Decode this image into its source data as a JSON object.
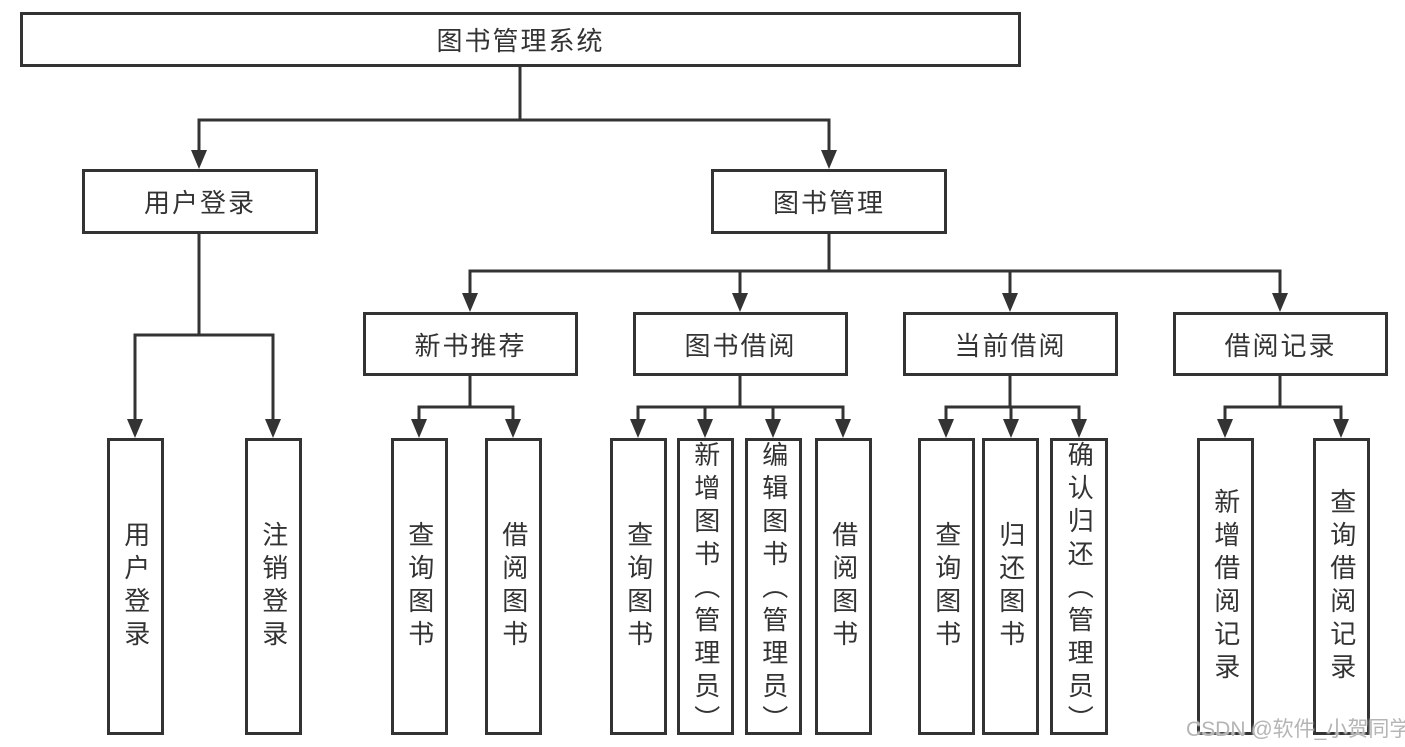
{
  "diagram": {
    "root": {
      "label": "图书管理系统"
    },
    "level1": [
      {
        "label": "用户登录"
      },
      {
        "label": "图书管理"
      }
    ],
    "level2": [
      {
        "label": "新书推荐"
      },
      {
        "label": "图书借阅"
      },
      {
        "label": "当前借阅"
      },
      {
        "label": "借阅记录"
      }
    ],
    "leaves": {
      "user_login": [
        {
          "label": "用户登录"
        },
        {
          "label": "注销登录"
        }
      ],
      "new_book": [
        {
          "label": "查询图书"
        },
        {
          "label": "借阅图书"
        }
      ],
      "book_borrow": [
        {
          "label": "查询图书"
        },
        {
          "label": "新增图书（管理员）"
        },
        {
          "label": "编辑图书（管理员）"
        },
        {
          "label": "借阅图书"
        }
      ],
      "current_borrow": [
        {
          "label": "查询图书"
        },
        {
          "label": "归还图书"
        },
        {
          "label": "确认归还（管理员）"
        }
      ],
      "borrow_records": [
        {
          "label": "新增借阅记录"
        },
        {
          "label": "查询借阅记录"
        }
      ]
    }
  },
  "watermark": {
    "text": "CSDN @软件_小贺同学"
  },
  "colors": {
    "line": "#333333",
    "box_border": "#333333",
    "text": "#333333",
    "watermark": "#b5b5b5",
    "background": "#ffffff"
  }
}
